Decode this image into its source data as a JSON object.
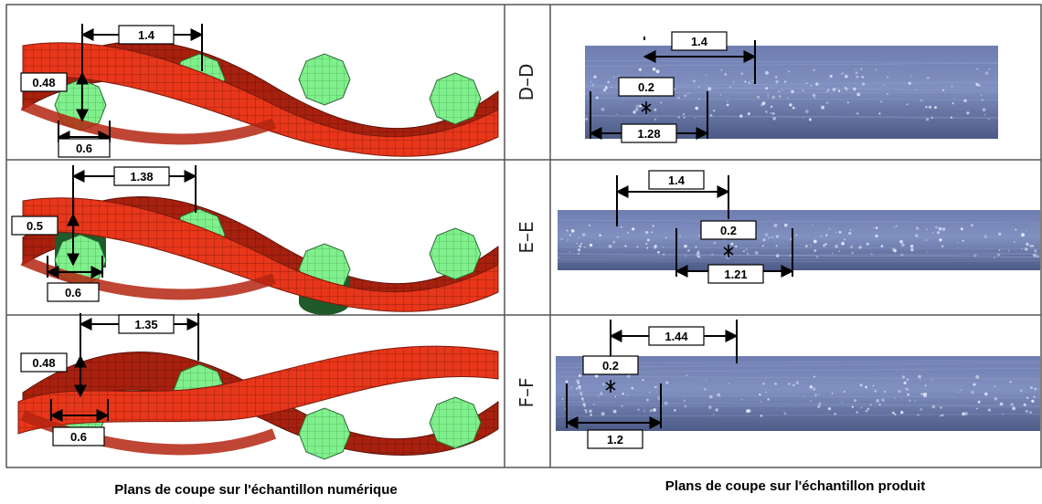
{
  "rows": [
    {
      "section": "D–D",
      "numeric": {
        "pitch": "1.4",
        "height": "0.48",
        "width": "0.6"
      },
      "product": {
        "pitch": "1.4",
        "height": "0.2",
        "width": "1.28"
      }
    },
    {
      "section": "E–E",
      "numeric": {
        "pitch": "1.38",
        "height": "0.5",
        "width": "0.6"
      },
      "product": {
        "pitch": "1.4",
        "height": "0.2",
        "width": "1.21"
      }
    },
    {
      "section": "F–F",
      "numeric": {
        "pitch": "1.35",
        "height": "0.48",
        "width": "0.6"
      },
      "product": {
        "pitch": "1.44",
        "height": "0.2",
        "width": "1.2"
      }
    }
  ],
  "captions": {
    "numeric": "Plans de coupe sur l'échantillon numérique",
    "product": "Plans de coupe sur l'échantillon produit"
  },
  "colors": {
    "yarn": "#e8361a",
    "yarn_dark": "#b42410",
    "fiber": "#7ef08a",
    "fiber_dark": "#1f5a2a",
    "micrograph": "#5a6a96",
    "grid": "#888888"
  }
}
